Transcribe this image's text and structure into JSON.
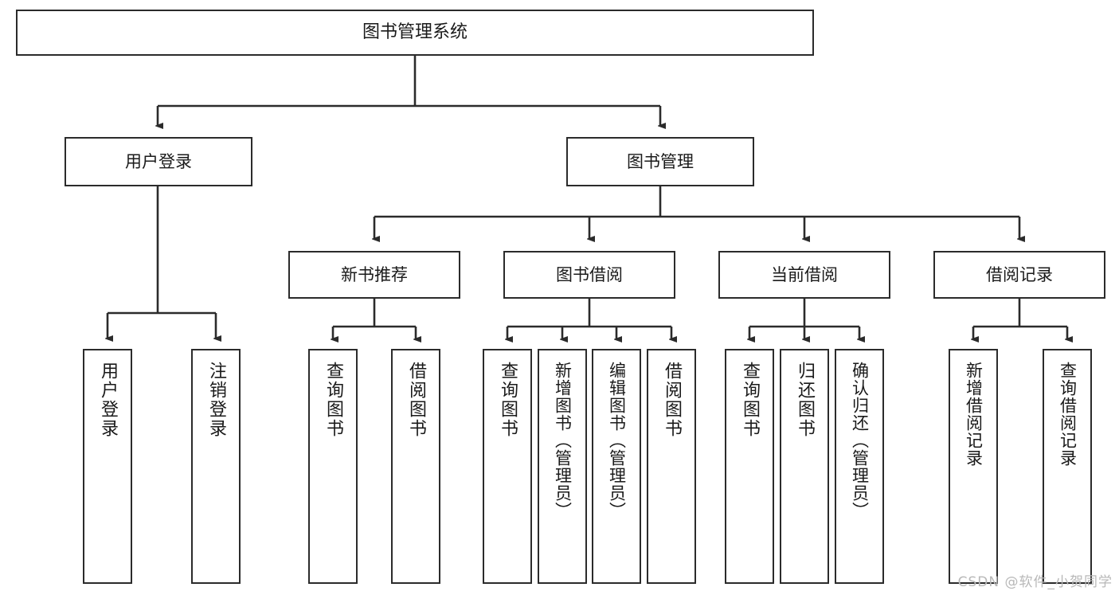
{
  "diagram": {
    "title": "图书管理系统",
    "type": "tree",
    "root": {
      "id": "root",
      "label": "图书管理系统"
    },
    "level2": [
      {
        "id": "user-login",
        "label": "用户登录"
      },
      {
        "id": "book-manage",
        "label": "图书管理"
      }
    ],
    "level3": [
      {
        "id": "new-book-recommend",
        "label": "新书推荐",
        "parent": "book-manage"
      },
      {
        "id": "book-borrow",
        "label": "图书借阅",
        "parent": "book-manage"
      },
      {
        "id": "current-borrow",
        "label": "当前借阅",
        "parent": "book-manage"
      },
      {
        "id": "borrow-record",
        "label": "借阅记录",
        "parent": "book-manage"
      }
    ],
    "leaves": [
      {
        "id": "leaf-user-login",
        "label": "用户登录",
        "parent": "user-login"
      },
      {
        "id": "leaf-user-logout",
        "label": "注销登录",
        "parent": "user-login"
      },
      {
        "id": "leaf-query-book-1",
        "label": "查询图书",
        "parent": "new-book-recommend"
      },
      {
        "id": "leaf-borrow-book-1",
        "label": "借阅图书",
        "parent": "new-book-recommend"
      },
      {
        "id": "leaf-query-book-2",
        "label": "查询图书",
        "parent": "book-borrow"
      },
      {
        "id": "leaf-add-book",
        "label": "新增图书（管理员）",
        "parent": "book-borrow"
      },
      {
        "id": "leaf-edit-book",
        "label": "编辑图书（管理员）",
        "parent": "book-borrow"
      },
      {
        "id": "leaf-borrow-book-2",
        "label": "借阅图书",
        "parent": "book-borrow"
      },
      {
        "id": "leaf-query-book-3",
        "label": "查询图书",
        "parent": "current-borrow"
      },
      {
        "id": "leaf-return-book",
        "label": "归还图书",
        "parent": "current-borrow"
      },
      {
        "id": "leaf-confirm-return",
        "label": "确认归还（管理员）",
        "parent": "current-borrow"
      },
      {
        "id": "leaf-add-record",
        "label": "新增借阅记录",
        "parent": "borrow-record"
      },
      {
        "id": "leaf-query-record",
        "label": "查询借阅记录",
        "parent": "borrow-record"
      }
    ]
  },
  "watermark": {
    "text": "CSDN @软件_小贺同学"
  },
  "colors": {
    "border": "#2b2b2b",
    "background": "#ffffff",
    "text": "#1a1a1a",
    "watermark": "#b8b8b8"
  }
}
